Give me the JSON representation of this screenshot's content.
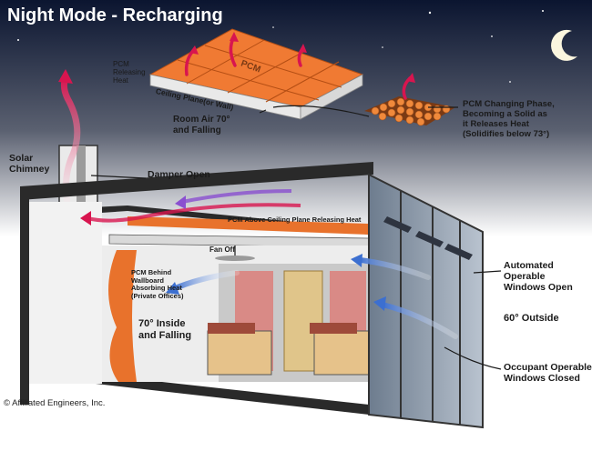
{
  "title": "Night Mode - Recharging",
  "labels": {
    "pcm_releasing_heat": "PCM\nReleasing\nHeat",
    "pcm_tile": "PCM",
    "ceiling_plane": "Ceiling Plane(or Wall)",
    "room_air": "Room Air 70°\nand Falling",
    "pcm_changing_phase": "PCM Changing Phase,\nBecoming a Solid as\nit Releases Heat\n(Solidifies below 73°)",
    "solar_chimney": "Solar\nChimney",
    "damper_open": "Damper Open",
    "pcm_above_ceiling": "PCM Above Ceiling Plane Releasing Heat",
    "fan_off": "Fan Off",
    "pcm_behind_wallboard": "PCM Behind\nWallboard\nAbsorbing Heat\n(Private Offices)",
    "inside_temp": "70° Inside\nand Falling",
    "automated_windows": "Automated Operable\nWindows Open",
    "outside_temp": "60° Outside",
    "occupant_windows": "Occupant Operable\nWindows Closed"
  },
  "credit": "© Affiliated Engineers, Inc.",
  "colors": {
    "sky_top": "#0b1530",
    "sky_bottom": "#ffffff",
    "pcm_orange": "#e8722c",
    "warm_arrow": "#d8154f",
    "cool_arrow": "#3c6fd0",
    "structure": "#2a2a2a"
  },
  "icons": [
    "moon-icon",
    "star-icon",
    "fan-icon"
  ]
}
